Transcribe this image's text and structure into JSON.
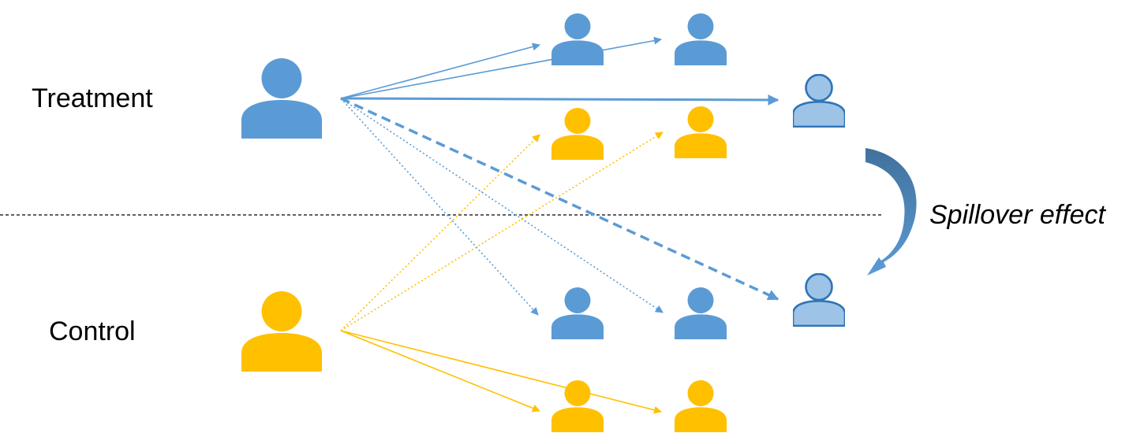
{
  "labels": {
    "treatment": "Treatment",
    "control": "Control",
    "spillover": "Spillover effect"
  },
  "colors": {
    "treatment": "#5b9bd5",
    "treatment_light": "#9dc3e6",
    "treatment_outline": "#2e75b6",
    "control": "#ffc000",
    "divider": "#000000",
    "spillover_arrow_dark": "#41719c",
    "spillover_arrow_light": "#5b9bd5"
  },
  "icons": {
    "person": "person-icon"
  }
}
